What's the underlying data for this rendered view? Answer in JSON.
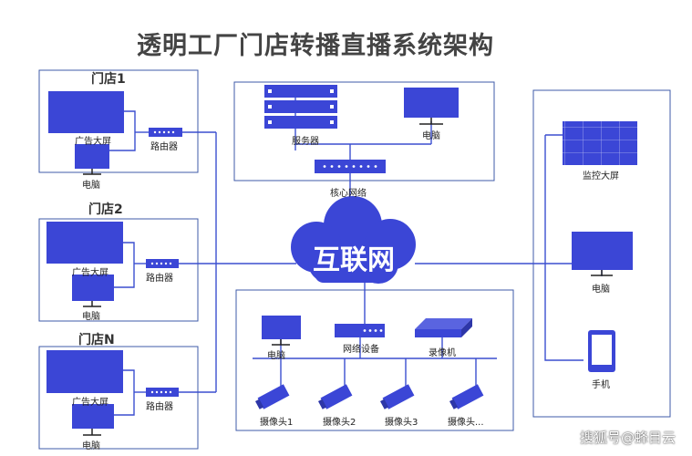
{
  "title": "透明工厂门店转播直播系统架构",
  "stores": [
    {
      "name": "门店1",
      "screen": "广告大屏",
      "pc": "电脑",
      "router": "路由器"
    },
    {
      "name": "门店2",
      "screen": "广告大屏",
      "pc": "电脑",
      "router": "路由器"
    },
    {
      "name": "门店N",
      "screen": "广告大屏",
      "pc": "电脑",
      "router": "路由器"
    }
  ],
  "server_room": {
    "server": "服务器",
    "pc": "电脑",
    "core_network": "核心网络"
  },
  "cloud": "互联网",
  "site": {
    "pc": "电脑",
    "network_device": "网络设备",
    "recorder": "录像机",
    "cameras": [
      "摄像头1",
      "摄像头2",
      "摄像头3",
      "摄像头..."
    ]
  },
  "monitor": {
    "wall": "监控大屏",
    "pc": "电脑",
    "phone": "手机"
  },
  "watermark": "搜狐号@蜂目云",
  "colors": {
    "device": "#3b46d6",
    "line": "#3b4fcf",
    "border": "#3f5ba8"
  }
}
